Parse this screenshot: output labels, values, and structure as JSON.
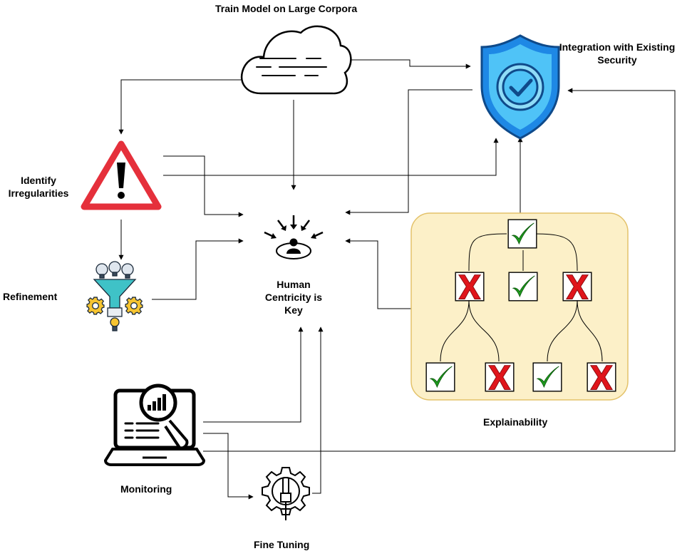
{
  "labels": {
    "train_model": "Train Model on Large Corpora",
    "integration": "Integration with Existing Security",
    "identify": "Identify Irregularities",
    "refinement": "Refinement",
    "human_centricity": "Human Centricity is Key",
    "explainability": "Explainability",
    "monitoring": "Monitoring",
    "fine_tuning": "Fine Tuning"
  },
  "nodes": [
    {
      "id": "train-model",
      "icon": "cloud-icon"
    },
    {
      "id": "integration",
      "icon": "shield-check-icon"
    },
    {
      "id": "identify",
      "icon": "warning-triangle-icon"
    },
    {
      "id": "refinement",
      "icon": "funnel-gears-icon"
    },
    {
      "id": "human-centricity",
      "icon": "person-focus-icon"
    },
    {
      "id": "explainability",
      "icon": "decision-tree-icon"
    },
    {
      "id": "monitoring",
      "icon": "laptop-analytics-icon"
    },
    {
      "id": "fine-tuning",
      "icon": "tuning-gear-icon"
    }
  ],
  "edges": [
    {
      "from": "train-model",
      "to": "integration"
    },
    {
      "from": "train-model",
      "to": "identify"
    },
    {
      "from": "train-model",
      "to": "human-centricity"
    },
    {
      "from": "identify",
      "to": "human-centricity"
    },
    {
      "from": "identify",
      "to": "integration"
    },
    {
      "from": "identify",
      "to": "refinement"
    },
    {
      "from": "refinement",
      "to": "human-centricity"
    },
    {
      "from": "integration",
      "to": "human-centricity"
    },
    {
      "from": "explainability",
      "to": "human-centricity"
    },
    {
      "from": "explainability",
      "to": "integration"
    },
    {
      "from": "monitoring",
      "to": "human-centricity"
    },
    {
      "from": "monitoring",
      "to": "fine-tuning"
    },
    {
      "from": "monitoring",
      "to": "integration"
    },
    {
      "from": "fine-tuning",
      "to": "human-centricity"
    }
  ],
  "decision_tree": {
    "root": "check",
    "level2": [
      "cross",
      "check",
      "cross"
    ],
    "leaves": [
      "check",
      "cross",
      "check",
      "cross"
    ]
  },
  "colors": {
    "edge": "#000000",
    "warning_red": "#e5303b",
    "shield_dark": "#0f4a8a",
    "shield_mid": "#1e88e5",
    "shield_light": "#4fc3f7",
    "panel_fill": "#fcf0c8",
    "panel_stroke": "#e3c26a",
    "check_green": "#1f9d1f",
    "cross_red": "#e0151b",
    "funnel_teal": "#3fc2c7",
    "gear_yellow": "#f6c431"
  }
}
